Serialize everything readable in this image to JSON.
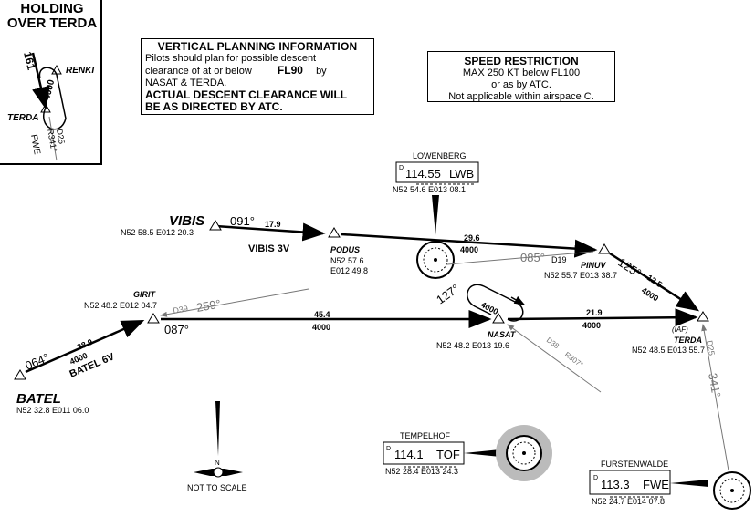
{
  "holding": {
    "title_line1": "HOLDING",
    "title_line2": "OVER TERDA",
    "course": "161",
    "altitude": "4000",
    "fix_renki": "RENKI",
    "fix_terda": "TERDA",
    "radial_d": "D25",
    "radial_r": "R341°",
    "navaid": "FWE"
  },
  "vertical_planning": {
    "title": "VERTICAL PLANNING INFORMATION",
    "line1": "Pilots should plan for possible descent",
    "line2a": "clearance of at or below",
    "line2b": "FL90",
    "line2c": "by",
    "line3": "NASAT & TERDA.",
    "line4": "ACTUAL DESCENT CLEARANCE WILL",
    "line5": "BE AS DIRECTED BY ATC."
  },
  "speed_restriction": {
    "title": "SPEED RESTRICTION",
    "line1": "MAX 250 KT below FL100",
    "line2": "or as by ATC.",
    "line3": "Not applicable within airspace C."
  },
  "navaids": {
    "lwb": {
      "name": "LOWENBERG",
      "freq": "114.55",
      "ident": "LWB",
      "coords": "N52 54.6 E013 08.1"
    },
    "tof": {
      "name": "TEMPELHOF",
      "freq": "114.1",
      "ident": "TOF",
      "coords": "N52 28.4 E013 24.3"
    },
    "fwe": {
      "name": "FURSTENWALDE",
      "freq": "113.3",
      "ident": "FWE",
      "coords": "N52 24.7 E014 07.8"
    }
  },
  "fixes": {
    "vibis": {
      "name": "VIBIS",
      "coords": "N52 58.5 E012 20.3"
    },
    "podus": {
      "name": "PODUS",
      "coords1": "N52 57.6",
      "coords2": "E012 49.8"
    },
    "pinuv": {
      "name": "PINUV",
      "dme": "D19",
      "coords": "N52 55.7 E013 38.7"
    },
    "girit": {
      "name": "GIRIT",
      "coords": "N52 48.2 E012 04.7"
    },
    "nasat": {
      "name": "NASAT",
      "coords": "N52 48.2 E013 19.6"
    },
    "terda": {
      "name": "TERDA",
      "iaf": "(IAF)",
      "coords": "N52 48.5 E013 55.7"
    },
    "batel": {
      "name": "BATEL",
      "coords": "N52 32.8 E011 06.0"
    }
  },
  "routes": {
    "vibis_course": "091°",
    "vibis_dist": "17.9",
    "vibis_name": "VIBIS 3V",
    "podus_pinuv_dist": "29.6",
    "podus_pinuv_alt": "4000",
    "pinuv_terda_course": "125°",
    "pinuv_terda_dist": "12.5",
    "pinuv_terda_alt": "4000",
    "batel_course": "064°",
    "batel_dist": "38.9",
    "batel_alt": "4000",
    "batel_name": "BATEL 6V",
    "girit_nasat_dist": "45.4",
    "girit_nasat_alt": "4000",
    "girit_course": "087°",
    "girit_radial_d": "D39",
    "girit_radial_c": "259°",
    "nasat_terda_dist": "21.9",
    "nasat_terda_alt": "4000",
    "nasat_hold_course": "127°",
    "nasat_hold_alt": "4000",
    "nasat_radial_d": "D38",
    "nasat_radial_r": "R307°",
    "pinuv_radial_c": "085°",
    "terda_radial_d": "D25",
    "terda_radial_c": "341°"
  },
  "north": {
    "label": "N",
    "scale_note": "NOT TO SCALE"
  }
}
